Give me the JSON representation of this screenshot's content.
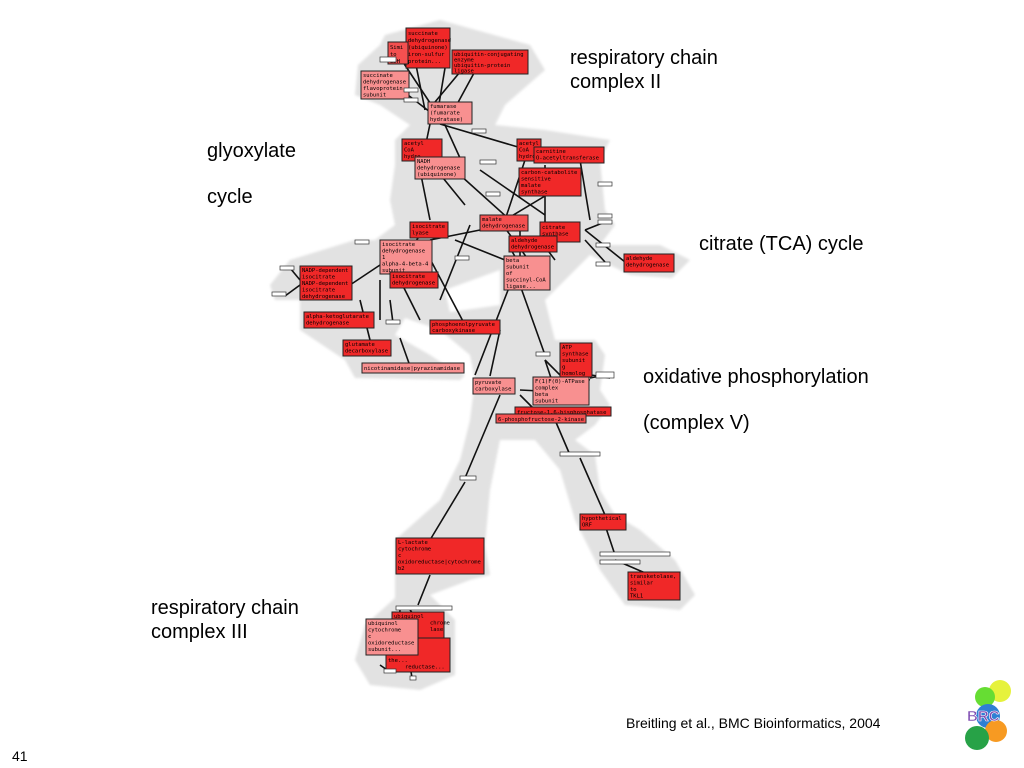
{
  "labels": {
    "rc2_line1": "respiratory chain",
    "rc2_line2": "complex II",
    "glyox_line1": "glyoxylate",
    "glyox_line2": "cycle",
    "tca": "citrate (TCA) cycle",
    "oxphos_line1": "oxidative phosphorylation",
    "oxphos_line2": "(complex V)",
    "rc3_line1": "respiratory chain",
    "rc3_line2": "complex III"
  },
  "citation": "Breitling et al., BMC Bioinformatics, 2004",
  "page_number": "41",
  "logo_text": "BRC",
  "colors": {
    "background": "#ffffff",
    "pathway_halo": "#e2e2e2",
    "node_strong": "#f02828",
    "node_medium": "#f45050",
    "node_light": "#f89090",
    "edge": "#111111",
    "logo_yellow": "#e6f23c",
    "logo_lime": "#66dd33",
    "logo_blue": "#2f7fd4",
    "logo_orange": "#f79a22",
    "logo_green": "#27a247",
    "logo_purple": "#7b48b0"
  },
  "nodes": [
    {
      "id": "n1",
      "lines": [
        "succinate",
        "dehydrogenase",
        "(ubiquinone)",
        "iron-sulfur",
        "protein..."
      ],
      "shade": "strong"
    },
    {
      "id": "n2",
      "lines": [
        "Simi",
        "to",
        "SDH"
      ],
      "shade": "strong"
    },
    {
      "id": "n3",
      "lines": [
        "ubiquitin-conjugating",
        "enzyme",
        "ubiquitin-protein",
        "ligase"
      ],
      "shade": "strong"
    },
    {
      "id": "n4",
      "lines": [
        "succinate",
        "dehydrogenase",
        "flavoprotein",
        "subunit"
      ],
      "shade": "light"
    },
    {
      "id": "n5",
      "lines": [
        "fumarase",
        "(fumarate",
        "hydratase)"
      ],
      "shade": "light"
    },
    {
      "id": "n6",
      "lines": [
        "acetyl",
        "CoA",
        "hydro"
      ],
      "shade": "strong"
    },
    {
      "id": "n7",
      "lines": [
        "NADH",
        "dehydrogenase",
        "(ubiquinone)"
      ],
      "shade": "light"
    },
    {
      "id": "n8",
      "lines": [
        "acetyl",
        "CoA",
        "hydro"
      ],
      "shade": "strong"
    },
    {
      "id": "n9",
      "lines": [
        "carnitine",
        "O-acetyltransferase"
      ],
      "shade": "strong"
    },
    {
      "id": "n10",
      "lines": [
        "carbon-catabolite",
        "sensitive",
        "malate",
        "synthase"
      ],
      "shade": "strong"
    },
    {
      "id": "n11",
      "lines": [
        "isocitrate",
        "lyase"
      ],
      "shade": "strong"
    },
    {
      "id": "n12",
      "lines": [
        "malate",
        "dehydrogenase"
      ],
      "shade": "medium"
    },
    {
      "id": "n13",
      "lines": [
        "citrate",
        "synthase"
      ],
      "shade": "strong"
    },
    {
      "id": "n14",
      "lines": [
        "aldehyde",
        "dehydrogenase"
      ],
      "shade": "strong"
    },
    {
      "id": "n15",
      "lines": [
        "isocitrate",
        "dehydrogenase",
        "1",
        "alpha-4-beta-4",
        "subunit"
      ],
      "shade": "light"
    },
    {
      "id": "n16",
      "lines": [
        "NADP-dependent",
        "isocitrate",
        "NADP-dependent",
        "isocitrate",
        "dehydrogenase"
      ],
      "shade": "strong"
    },
    {
      "id": "n17",
      "lines": [
        "isocitrate",
        "dehydrogenase"
      ],
      "shade": "strong"
    },
    {
      "id": "n18",
      "lines": [
        "beta",
        "subunit",
        "of",
        "succinyl-CoA",
        "ligase..."
      ],
      "shade": "light"
    },
    {
      "id": "n19",
      "lines": [
        "aldehyde",
        "dehydrogenase"
      ],
      "shade": "strong"
    },
    {
      "id": "n20",
      "lines": [
        "alpha-ketoglutarate",
        "dehydrogenase"
      ],
      "shade": "strong"
    },
    {
      "id": "n21",
      "lines": [
        "phosphoenolpyruvate",
        "carboxykinase"
      ],
      "shade": "strong"
    },
    {
      "id": "n22",
      "lines": [
        "glutamate",
        "decarboxylase"
      ],
      "shade": "strong"
    },
    {
      "id": "n23",
      "lines": [
        "nicotinamidase|pyrazinamidase"
      ],
      "shade": "light"
    },
    {
      "id": "n24",
      "lines": [
        "ATP",
        "synthase",
        "subunit",
        "g",
        "homolog"
      ],
      "shade": "strong"
    },
    {
      "id": "n25",
      "lines": [
        "pyruvate",
        "carboxylase"
      ],
      "shade": "light"
    },
    {
      "id": "n26",
      "lines": [
        "F(1)F(0)-ATPase",
        "complex",
        "beta",
        "subunit"
      ],
      "shade": "light"
    },
    {
      "id": "n27",
      "lines": [
        "fructose-1,6-bisphosphatase"
      ],
      "shade": "strong"
    },
    {
      "id": "n28",
      "lines": [
        "6-phosphofructose-2-kinase"
      ],
      "shade": "medium"
    },
    {
      "id": "n29",
      "lines": [
        "hypothetical",
        "ORF"
      ],
      "shade": "strong"
    },
    {
      "id": "n30",
      "lines": [
        "L-lactate",
        "cytochrome",
        "c",
        "oxidoreductase|cytochrome",
        "b2"
      ],
      "shade": "strong"
    },
    {
      "id": "n31",
      "lines": [
        "transketolase,",
        "similar",
        "to",
        "TKL1"
      ],
      "shade": "strong"
    },
    {
      "id": "n32",
      "lines": [
        "ubiquinol",
        "cytochrome",
        "c",
        "oxidoreductase",
        "subunit..."
      ],
      "shade": "light"
    },
    {
      "id": "n33",
      "lines": [
        "ubiquinol",
        "chrome",
        "",
        "lase"
      ],
      "shade": "strong"
    },
    {
      "id": "n34",
      "lines": [
        "the...",
        "reductase..."
      ],
      "shade": "strong"
    }
  ]
}
